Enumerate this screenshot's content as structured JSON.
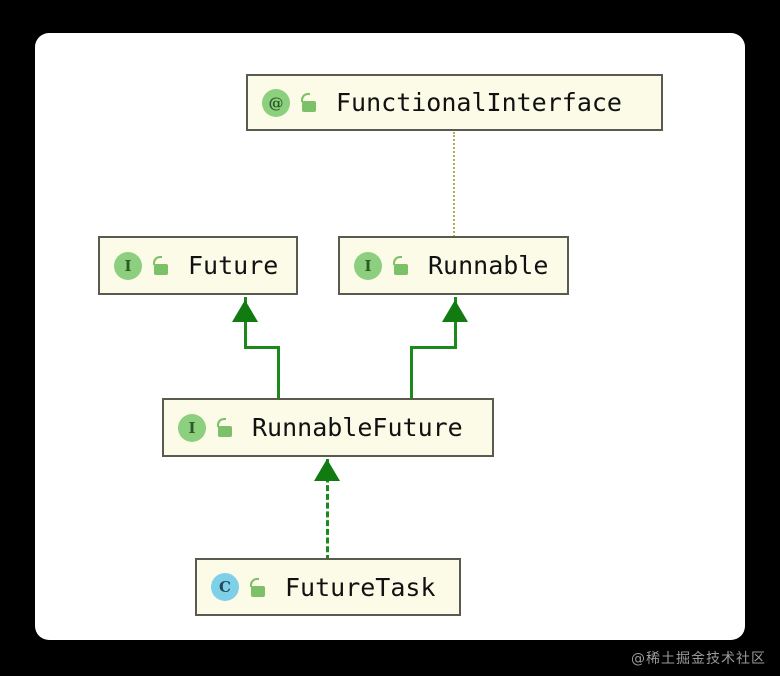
{
  "diagram": {
    "type": "uml-class-diagram",
    "canvas_background": "#ffffff",
    "page_background": "#000000",
    "nodes": [
      {
        "id": "functionalinterface",
        "label": "FunctionalInterface",
        "stereotype": "annotation",
        "badge_glyph": "@",
        "badge_color": "#8ccf7e",
        "visibility_icon": "unlock-icon",
        "box_fill": "#fbfbe8",
        "box_border": "#5a5a50"
      },
      {
        "id": "future",
        "label": "Future",
        "stereotype": "interface",
        "badge_glyph": "I",
        "badge_color": "#8ccf7e",
        "visibility_icon": "unlock-icon",
        "box_fill": "#fbfbe8",
        "box_border": "#5a5a50"
      },
      {
        "id": "runnable",
        "label": "Runnable",
        "stereotype": "interface",
        "badge_glyph": "I",
        "badge_color": "#8ccf7e",
        "visibility_icon": "unlock-icon",
        "box_fill": "#fbfbe8",
        "box_border": "#5a5a50"
      },
      {
        "id": "runnablefuture",
        "label": "RunnableFuture",
        "stereotype": "interface",
        "badge_glyph": "I",
        "badge_color": "#8ccf7e",
        "visibility_icon": "unlock-icon",
        "box_fill": "#fbfbe8",
        "box_border": "#5a5a50"
      },
      {
        "id": "futuretask",
        "label": "FutureTask",
        "stereotype": "class",
        "badge_glyph": "C",
        "badge_color": "#7ed0e8",
        "visibility_icon": "unlock-icon",
        "box_fill": "#fbfbe8",
        "box_border": "#5a5a50"
      }
    ],
    "edges": [
      {
        "id": "runnablefuture-extends-future",
        "from": "runnablefuture",
        "to": "future",
        "style": "solid",
        "arrow": "filled-triangle",
        "color": "#1a8a1a"
      },
      {
        "id": "runnablefuture-extends-runnable",
        "from": "runnablefuture",
        "to": "runnable",
        "style": "solid",
        "arrow": "filled-triangle",
        "color": "#1a8a1a"
      },
      {
        "id": "futuretask-implements-runnablefuture",
        "from": "futuretask",
        "to": "runnablefuture",
        "style": "dashed",
        "arrow": "filled-triangle",
        "color": "#1a8a1a"
      },
      {
        "id": "functionalinterface-annotates-runnable",
        "from": "functionalinterface",
        "to": "runnable",
        "style": "dotted",
        "arrow": "none",
        "color": "#b5ad4e"
      }
    ]
  },
  "watermark": {
    "text": "@稀土掘金技术社区",
    "color": "#9a9a9a"
  }
}
